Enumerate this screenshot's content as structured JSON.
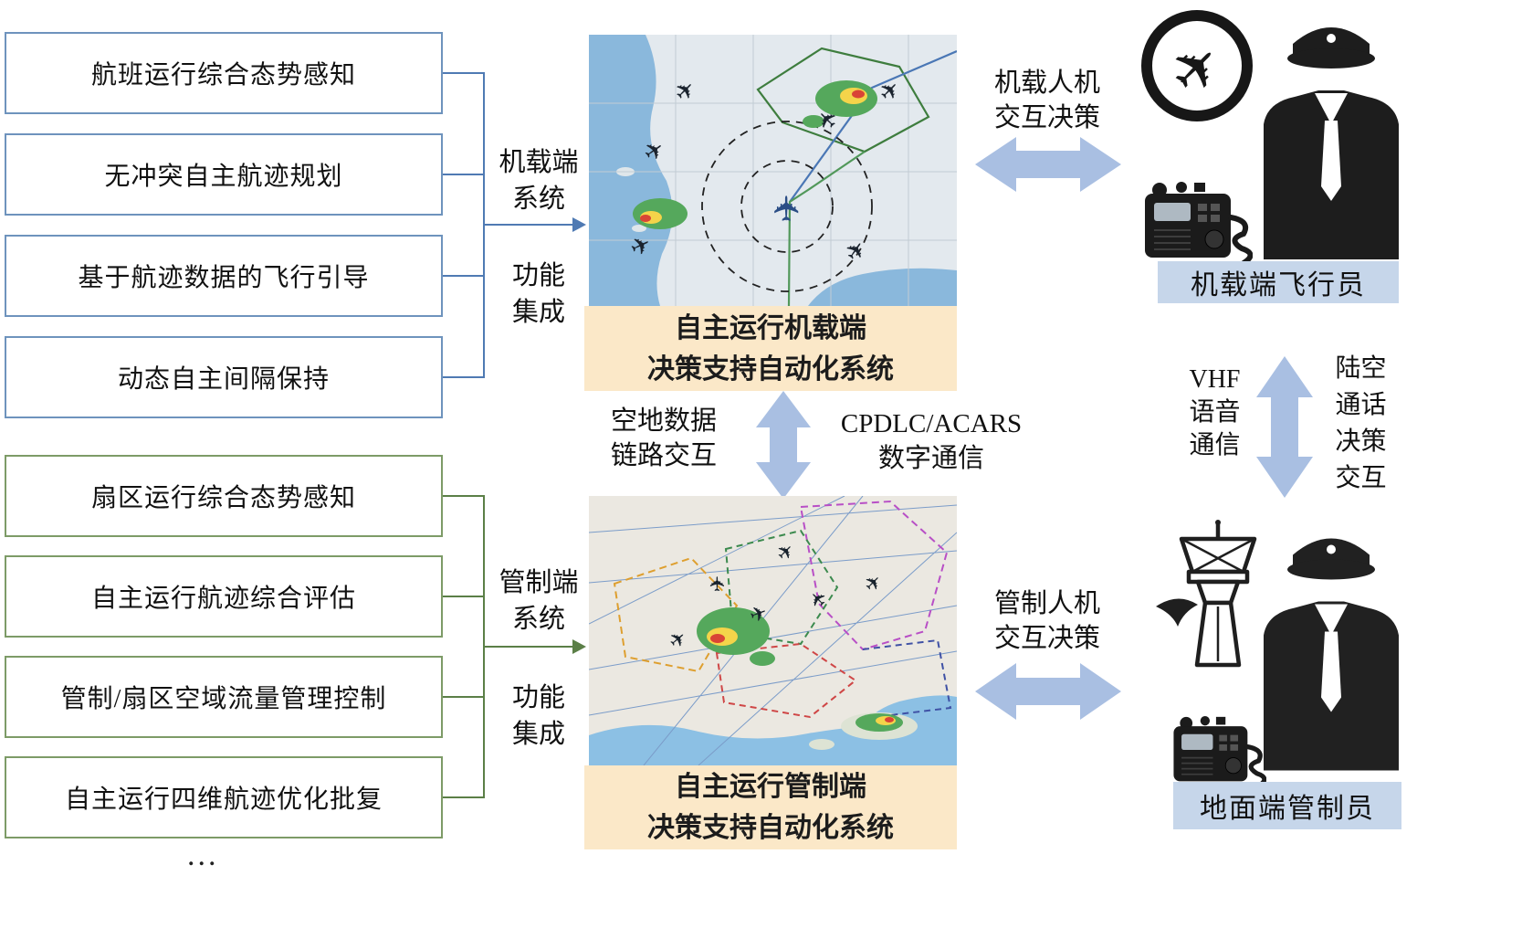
{
  "left_panel": {
    "airborne_functions": [
      "航班运行综合态势感知",
      "无冲突自主航迹规划",
      "基于航迹数据的飞行引导",
      "动态自主间隔保持"
    ],
    "airborne_system_label": "机载端\n系统",
    "airborne_integration_label": "功能\n集成",
    "control_functions": [
      "扇区运行综合态势感知",
      "自主运行航迹综合评估",
      "管制/扇区空域流量管理控制",
      "自主运行四维航迹优化批复"
    ],
    "control_system_label": "管制端\n系统",
    "control_integration_label": "功能\n集成",
    "more_indicator": "..."
  },
  "center": {
    "airborne_caption": "自主运行机载端\n决策支持自动化系统",
    "control_caption": "自主运行管制端\n决策支持自动化系统",
    "datalink_label_left": "空地数据\n链路交互",
    "datalink_label_right": "CPDLC/ACARS\n数字通信"
  },
  "right_panel": {
    "airborne_hmi_label": "机载人机\n交互决策",
    "pilot_caption": "机载端飞行员",
    "vhf_label": "VHF\n语音\n通信",
    "ground_air_label": "陆空\n通话\n决策\n交互",
    "control_hmi_label": "管制人机\n交互决策",
    "controller_caption": "地面端管制员"
  },
  "colors": {
    "airborne_box_border": "#6e93bd",
    "control_box_border": "#7d9b67",
    "connector_blue": "#4f7ab3",
    "connector_green": "#5b7f47",
    "arrow_fill": "#a9bfe2",
    "caption_bg": "#fbe8c8",
    "role_label_bg": "#c6d6ea"
  }
}
